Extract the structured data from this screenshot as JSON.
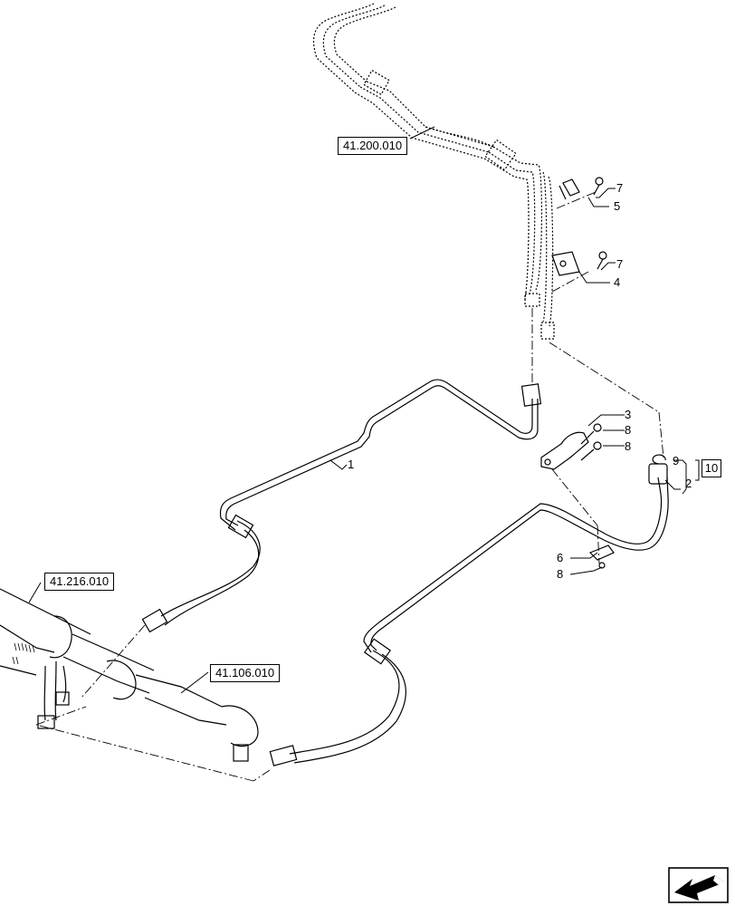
{
  "references": {
    "ref_top": "41.200.010",
    "ref_left": "41.216.010",
    "ref_bottom": "41.106.010"
  },
  "callouts": {
    "c1": "1",
    "c2": "2",
    "c3": "3",
    "c4": "4",
    "c5": "5",
    "c6": "6",
    "c7a": "7",
    "c7b": "7",
    "c8a": "8",
    "c8b": "8",
    "c8c": "8",
    "c9": "9",
    "c10": "10"
  },
  "nav_icon": "next-page-arrow-icon"
}
